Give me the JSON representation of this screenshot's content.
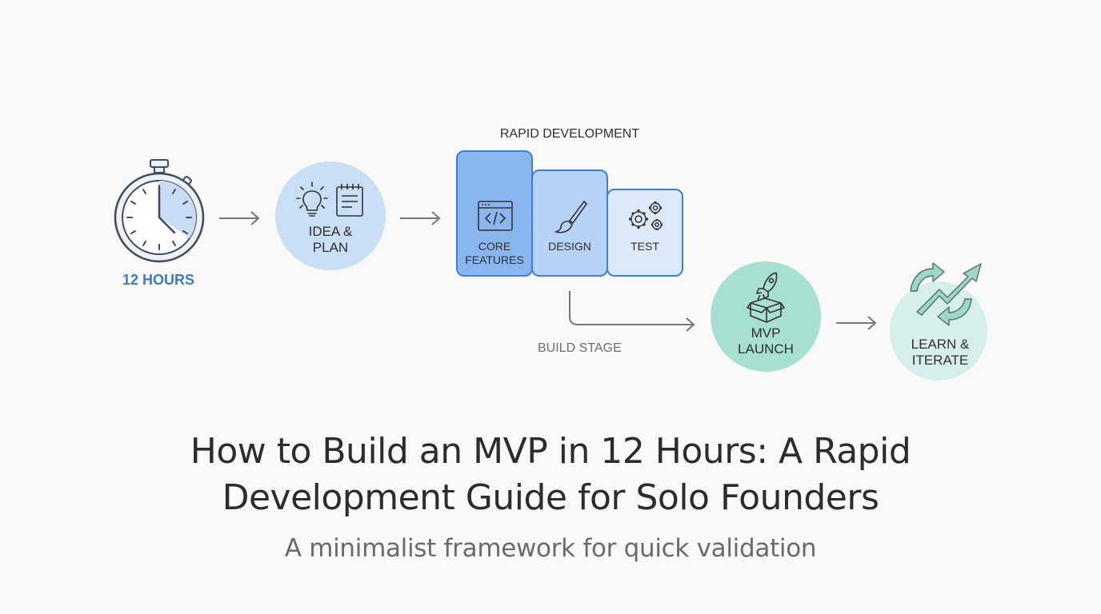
{
  "diagram": {
    "timer": {
      "label": "12 HOURS",
      "icon": "stopwatch-icon",
      "color": "#3a7cc4"
    },
    "idea": {
      "label_line1": "IDEA &",
      "label_line2": "PLAN",
      "icons": [
        "lightbulb-icon",
        "notepad-icon"
      ],
      "color": "#c9dff6"
    },
    "rapid": {
      "heading": "RAPID DEVELOPMENT",
      "steps": [
        {
          "label_line1": "CORE",
          "label_line2": "FEATURES",
          "icon": "code-window-icon",
          "color": "#8ab6f0"
        },
        {
          "label_line1": "DESIGN",
          "label_line2": "",
          "icon": "paintbrush-icon",
          "color": "#b6d2f6"
        },
        {
          "label_line1": "TEST",
          "label_line2": "",
          "icon": "gears-icon",
          "color": "#dbe9fb"
        }
      ],
      "border_color": "#3d7fd6"
    },
    "build_stage": {
      "label": "BUILD STAGE"
    },
    "launch": {
      "label_line1": "MVP",
      "label_line2": "LAUNCH",
      "icon": "rocket-box-icon",
      "color": "#a8dfd3"
    },
    "iterate": {
      "label_line1": "LEARN &",
      "label_line2": "ITERATE",
      "icon": "cycle-arrows-icon",
      "color": "#d6efea"
    }
  },
  "heading": {
    "title_line1": "How to Build an MVP in 12 Hours: A Rapid",
    "title_line2": "Development Guide for Solo Founders",
    "subtitle": "A minimalist framework for quick validation"
  }
}
